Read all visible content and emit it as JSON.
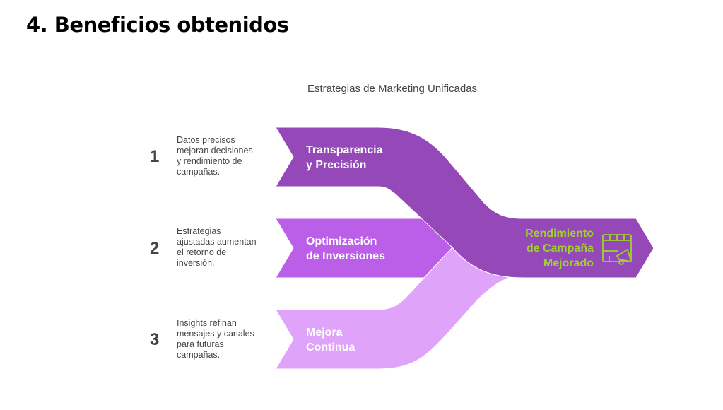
{
  "page_title": "4. Beneficios obtenidos",
  "diagram": {
    "title": "Estrategias de Marketing Unificadas",
    "steps": [
      {
        "number": "1",
        "label_line1": "Transparencia",
        "label_line2": "y Precisión",
        "description": [
          "Datos precisos",
          "mejoran decisiones",
          "y rendimiento de",
          "campañas."
        ],
        "color": "#9549B8"
      },
      {
        "number": "2",
        "label_line1": "Optimización",
        "label_line2": "de Inversiones",
        "description": [
          "Estrategias",
          "ajustadas aumentan",
          "el retorno de",
          "inversión."
        ],
        "color": "#BB5EE8"
      },
      {
        "number": "3",
        "label_line1": "Mejora",
        "label_line2": "Continua",
        "description": [
          "Insights refinan",
          "mensajes y canales",
          "para futuras",
          "campañas."
        ],
        "color": "#E0A3FA"
      }
    ],
    "result": {
      "line1": "Rendimiento",
      "line2": "de Campaña",
      "line3": "Mejorado",
      "icon": "calendar-megaphone-icon",
      "color": "#9ED12F"
    }
  }
}
